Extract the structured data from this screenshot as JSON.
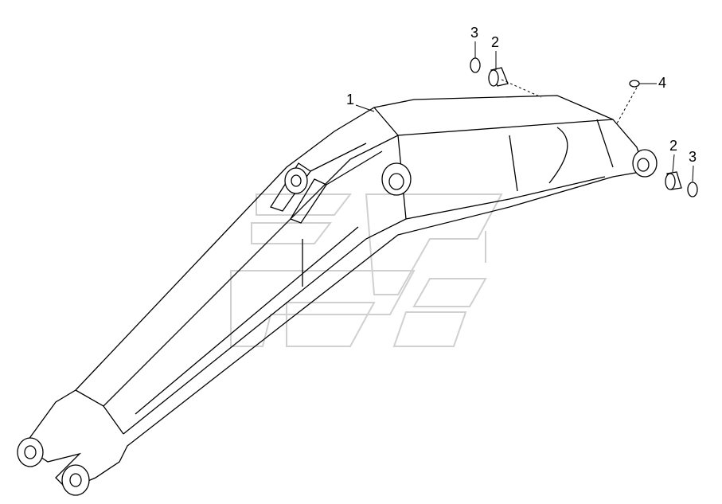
{
  "diagram": {
    "callouts": [
      {
        "id": "c3a",
        "label": "3"
      },
      {
        "id": "c2a",
        "label": "2"
      },
      {
        "id": "c1",
        "label": "1"
      },
      {
        "id": "c4",
        "label": "4"
      },
      {
        "id": "c2b",
        "label": "2"
      },
      {
        "id": "c3b",
        "label": "3"
      }
    ],
    "colors": {
      "line": "#000000",
      "watermark": "#d9d9d9",
      "background": "#ffffff"
    }
  }
}
